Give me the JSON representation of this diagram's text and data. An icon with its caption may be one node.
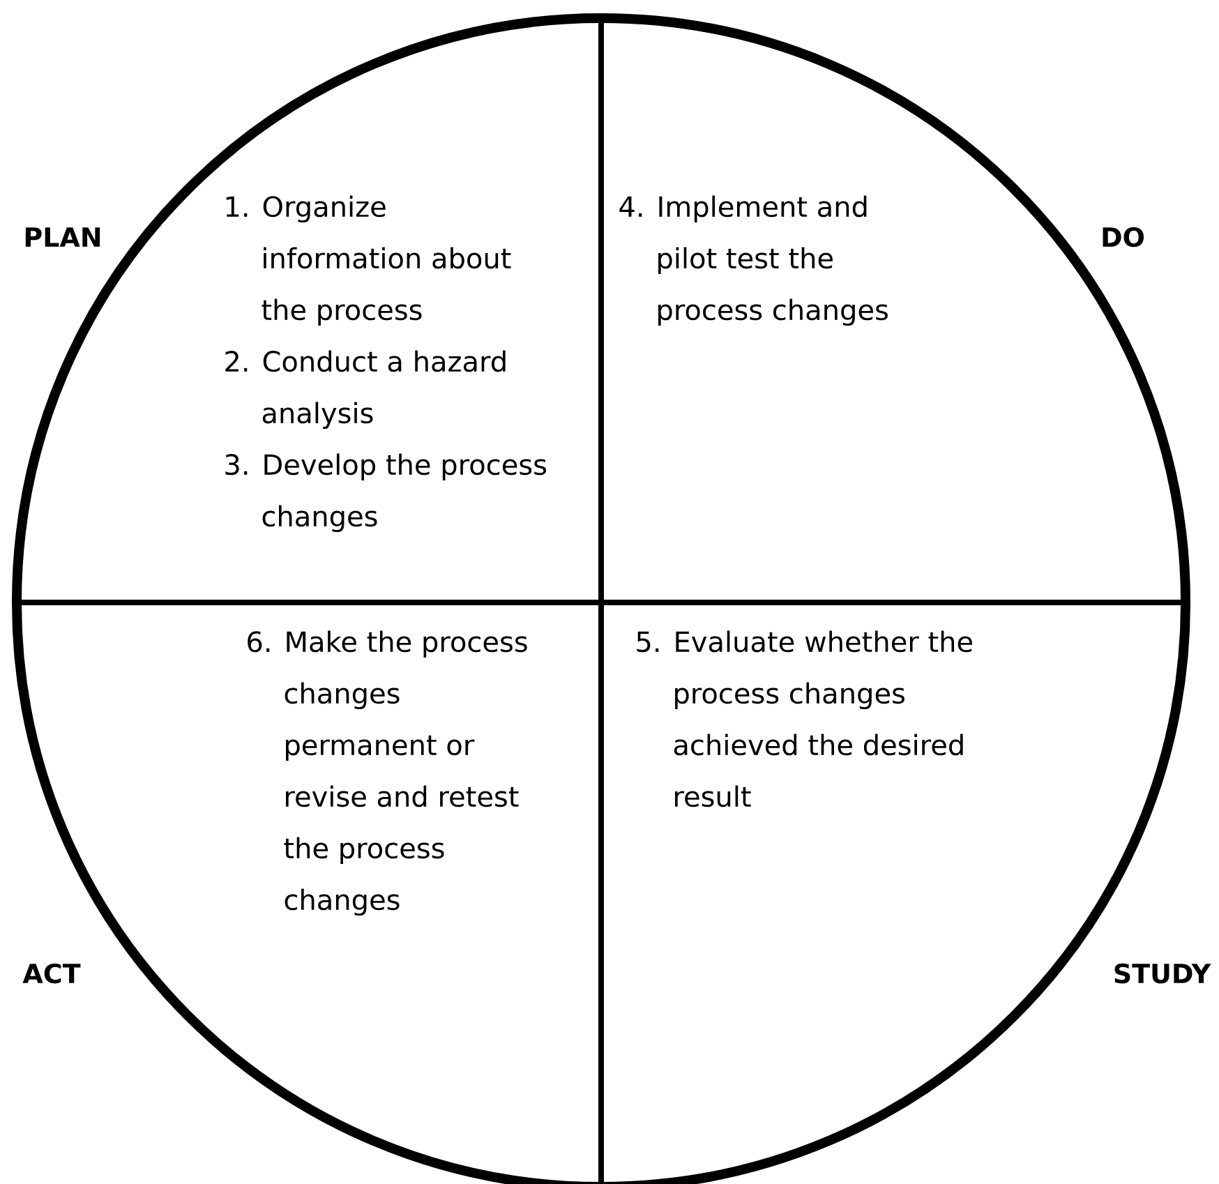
{
  "diagram": {
    "nodes": [
      {
        "text": [],
        "shape": "circle"
      },
      {
        "text": [
          "1. Organize information about the process",
          "2. Conduct a hazard analysis",
          "3. Develop the process changes"
        ],
        "in": 0
      },
      {
        "text": [
          "4. Implement and pilot test the process changes"
        ],
        "in": 0
      },
      {
        "text": [
          "6. Make the process changes permanent or revise and retest the process changes"
        ],
        "in": 0
      },
      {
        "text": [
          "5. Evaluate whether the process changes achieved the desired result"
        ],
        "in": 0
      }
    ],
    "labels": [
      "PLAN",
      "DO",
      "ACT",
      "STUDY"
    ]
  }
}
